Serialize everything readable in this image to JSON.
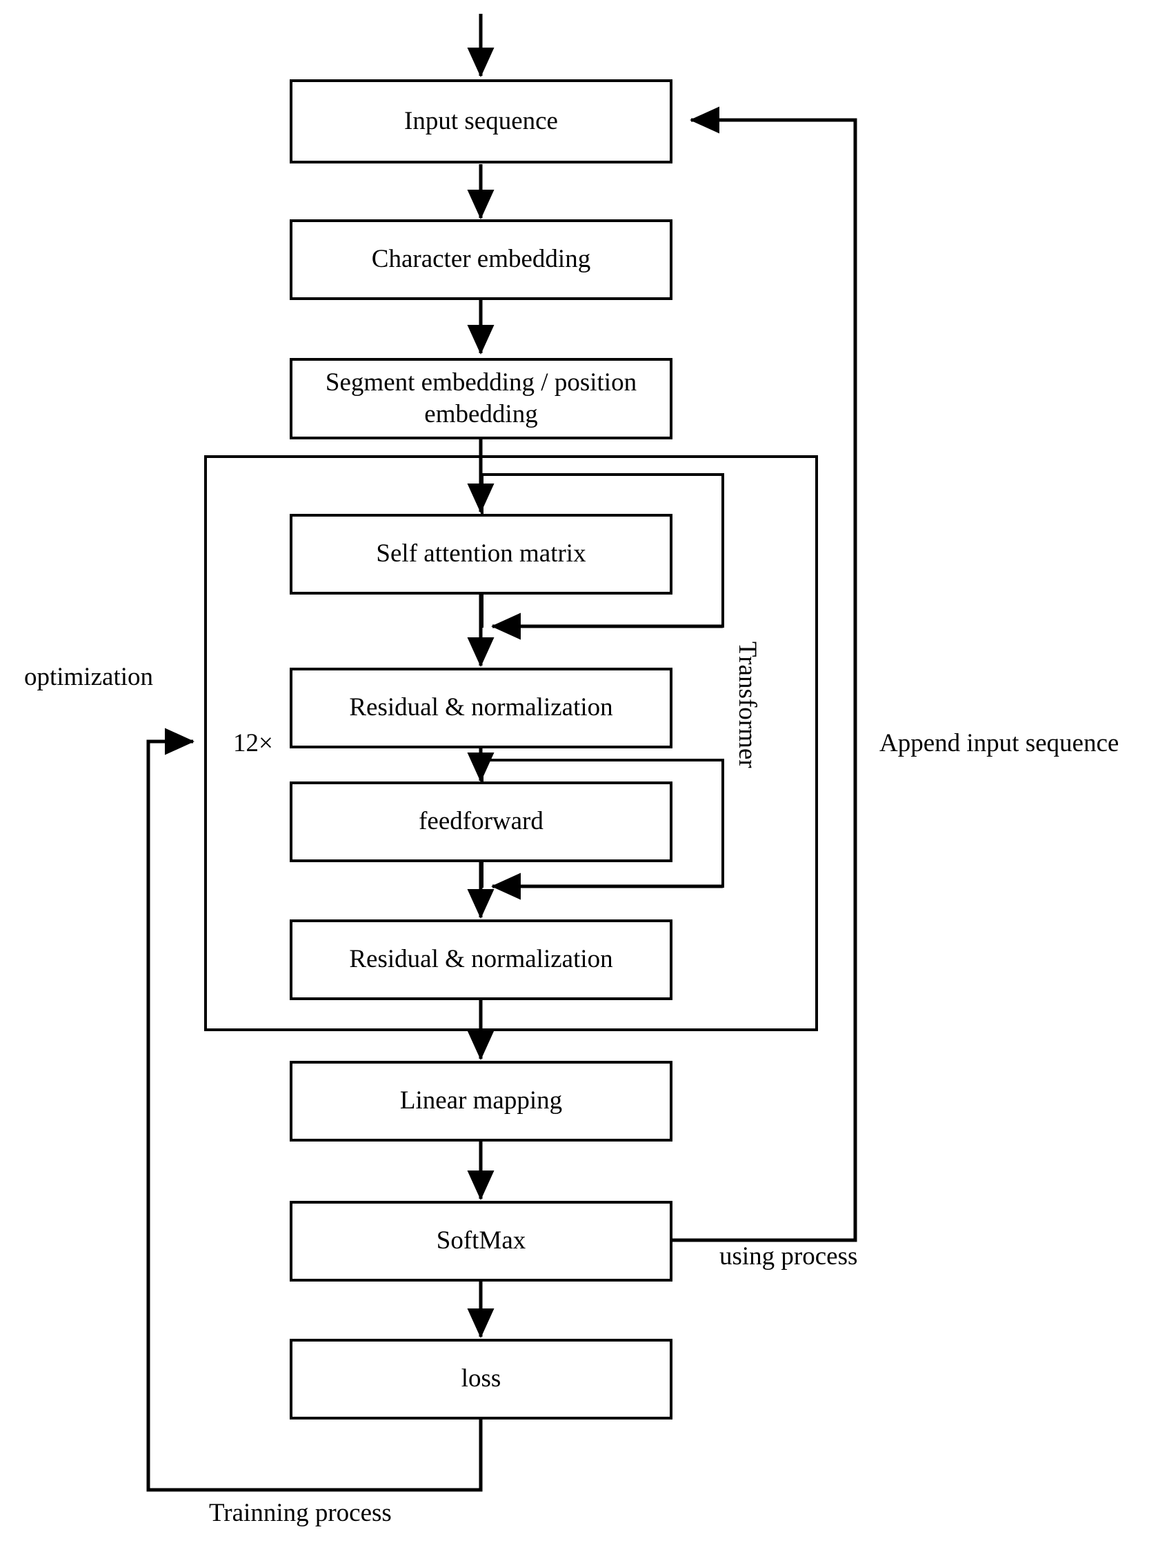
{
  "diagram": {
    "title": "Transformer-based character sequence model flowchart",
    "stroke_color": "#000000",
    "background_color": "#ffffff",
    "nodes": [
      {
        "id": "input_sequence",
        "label": "Input sequence"
      },
      {
        "id": "character_embedding",
        "label": "Character embedding"
      },
      {
        "id": "segment_position_embedding",
        "label": "Segment embedding / position embedding"
      },
      {
        "id": "self_attention_matrix",
        "label": "Self attention matrix"
      },
      {
        "id": "residual_norm_1",
        "label": "Residual & normalization"
      },
      {
        "id": "feedforward",
        "label": "feedforward"
      },
      {
        "id": "residual_norm_2",
        "label": "Residual & normalization"
      },
      {
        "id": "linear_mapping",
        "label": "Linear mapping"
      },
      {
        "id": "softmax",
        "label": "SoftMax"
      },
      {
        "id": "loss",
        "label": "loss"
      }
    ],
    "group_label": "Transformer",
    "repeat_label": "12×",
    "annotations": [
      {
        "id": "optimization",
        "label": "optimization"
      },
      {
        "id": "append_input_sequence",
        "label": "Append input sequence"
      },
      {
        "id": "using_process",
        "label": "using process"
      },
      {
        "id": "trainning_process",
        "label": "Trainning process"
      }
    ],
    "edges": [
      {
        "from": "start",
        "to": "input_sequence"
      },
      {
        "from": "input_sequence",
        "to": "character_embedding"
      },
      {
        "from": "character_embedding",
        "to": "segment_position_embedding"
      },
      {
        "from": "segment_position_embedding",
        "to": "self_attention_matrix"
      },
      {
        "from": "self_attention_matrix",
        "to": "residual_norm_1"
      },
      {
        "from": "segment_position_embedding",
        "to": "residual_norm_1",
        "kind": "skip"
      },
      {
        "from": "residual_norm_1",
        "to": "feedforward"
      },
      {
        "from": "feedforward",
        "to": "residual_norm_2"
      },
      {
        "from": "residual_norm_1",
        "to": "residual_norm_2",
        "kind": "skip"
      },
      {
        "from": "residual_norm_2",
        "to": "linear_mapping"
      },
      {
        "from": "linear_mapping",
        "to": "softmax"
      },
      {
        "from": "softmax",
        "to": "loss"
      },
      {
        "from": "softmax",
        "to": "input_sequence",
        "kind": "feedback",
        "label": "Append input sequence"
      },
      {
        "from": "loss",
        "to": "transformer_block",
        "kind": "feedback",
        "label": "optimization"
      }
    ]
  }
}
